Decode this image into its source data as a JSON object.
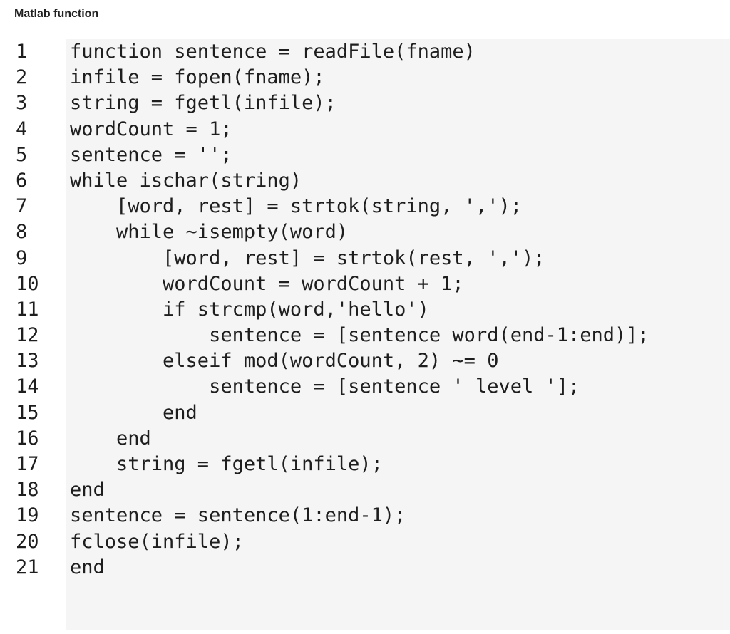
{
  "section": {
    "title": "Matlab function"
  },
  "code": {
    "lines": [
      {
        "num": "1",
        "text": "function sentence = readFile(fname)"
      },
      {
        "num": "2",
        "text": "infile = fopen(fname);"
      },
      {
        "num": "3",
        "text": "string = fgetl(infile);"
      },
      {
        "num": "4",
        "text": "wordCount = 1;"
      },
      {
        "num": "5",
        "text": "sentence = '';"
      },
      {
        "num": "6",
        "text": "while ischar(string)"
      },
      {
        "num": "7",
        "text": "    [word, rest] = strtok(string, ',');"
      },
      {
        "num": "8",
        "text": "    while ~isempty(word)"
      },
      {
        "num": "9",
        "text": "        [word, rest] = strtok(rest, ',');"
      },
      {
        "num": "10",
        "text": "        wordCount = wordCount + 1;"
      },
      {
        "num": "11",
        "text": "        if strcmp(word,'hello')"
      },
      {
        "num": "12",
        "text": "            sentence = [sentence word(end-1:end)];"
      },
      {
        "num": "13",
        "text": "        elseif mod(wordCount, 2) ~= 0"
      },
      {
        "num": "14",
        "text": "            sentence = [sentence ' level '];"
      },
      {
        "num": "15",
        "text": "        end"
      },
      {
        "num": "16",
        "text": "    end"
      },
      {
        "num": "17",
        "text": "    string = fgetl(infile);"
      },
      {
        "num": "18",
        "text": "end"
      },
      {
        "num": "19",
        "text": "sentence = sentence(1:end-1);"
      },
      {
        "num": "20",
        "text": "fclose(infile);"
      },
      {
        "num": "21",
        "text": "end"
      }
    ]
  }
}
